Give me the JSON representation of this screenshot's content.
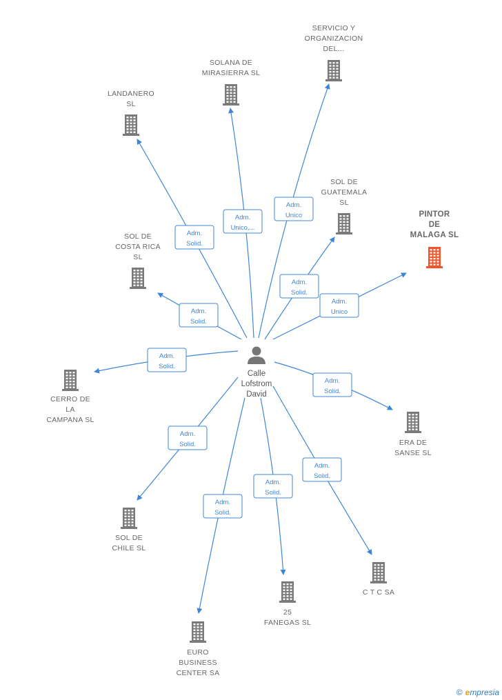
{
  "center": {
    "name_lines": [
      "Calle",
      "Lofstrom",
      "David"
    ]
  },
  "colors": {
    "edge": "#3d86d6",
    "building": "#7a7a7a",
    "highlight": "#f0552a"
  },
  "companies": [
    {
      "id": "servicio",
      "lines": [
        "SERVICIO Y",
        "ORGANIZACION",
        "DEL..."
      ],
      "role": [
        "Adm.",
        "Unico"
      ],
      "highlight": false
    },
    {
      "id": "solana",
      "lines": [
        "SOLANA DE",
        "MIRASIERRA SL"
      ],
      "role": [
        "Adm.",
        "Unico,..."
      ],
      "highlight": false
    },
    {
      "id": "landanero",
      "lines": [
        "LANDANERO",
        "SL"
      ],
      "role": [
        "Adm.",
        "Solid."
      ],
      "highlight": false
    },
    {
      "id": "guatemala",
      "lines": [
        "SOL DE",
        "GUATEMALA",
        "SL"
      ],
      "role": [
        "Adm.",
        "Solid."
      ],
      "highlight": false
    },
    {
      "id": "pintor",
      "lines": [
        "PINTOR",
        "DE",
        "MALAGA  SL"
      ],
      "role": [
        "Adm.",
        "Unico"
      ],
      "highlight": true
    },
    {
      "id": "costarica",
      "lines": [
        "SOL DE",
        "COSTA RICA",
        "SL"
      ],
      "role": [
        "Adm.",
        "Solid."
      ],
      "highlight": false
    },
    {
      "id": "cerro",
      "lines": [
        "CERRO DE",
        "LA",
        "CAMPANA  SL"
      ],
      "role": [
        "Adm.",
        "Solid."
      ],
      "highlight": false
    },
    {
      "id": "era",
      "lines": [
        "ERA DE",
        "SANSE  SL"
      ],
      "role": [
        "Adm.",
        "Solid."
      ],
      "highlight": false
    },
    {
      "id": "chile",
      "lines": [
        "SOL DE",
        "CHILE  SL"
      ],
      "role": [
        "Adm.",
        "Solid."
      ],
      "highlight": false
    },
    {
      "id": "ctc",
      "lines": [
        "C T C SA"
      ],
      "role": [
        "Adm.",
        "Solid."
      ],
      "highlight": false
    },
    {
      "id": "fanegas",
      "lines": [
        "25",
        "FANEGAS  SL"
      ],
      "role": [
        "Adm.",
        "Solid."
      ],
      "highlight": false
    },
    {
      "id": "euro",
      "lines": [
        "EURO",
        "BUSINESS",
        "CENTER SA"
      ],
      "role": [
        "Adm.",
        "Solid."
      ],
      "highlight": false
    }
  ],
  "footer": {
    "copyright": "©",
    "brand_e": "e",
    "brand_rest": "mpresia"
  }
}
